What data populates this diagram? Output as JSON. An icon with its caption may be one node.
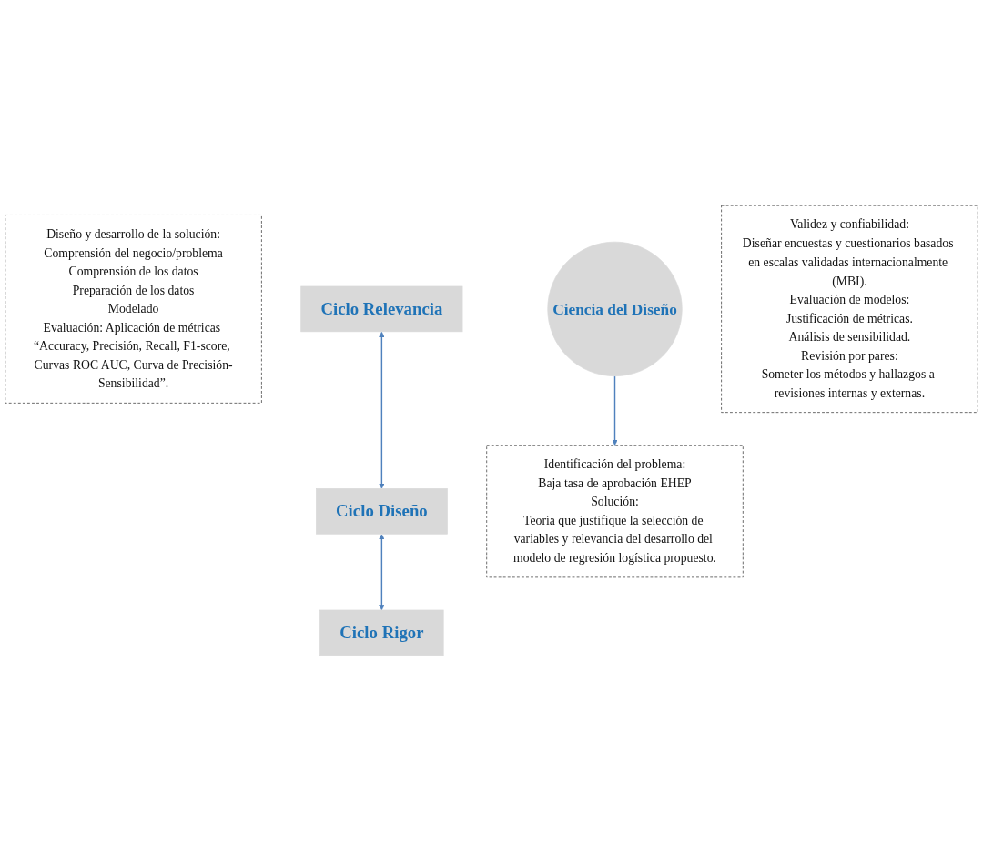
{
  "diagram": {
    "nodes": [
      {
        "text": [
          "Diseño y desarrollo de la solución:",
          "Comprensión del negocio/problema",
          "Comprensión de los datos",
          "Preparación de los datos",
          "Modelado",
          "Evaluación: Aplicación de métricas “Accuracy, Precisión, Recall, F1-score, Curvas ROC AUC, Curva de Precisión-Sensibilidad”."
        ]
      },
      {
        "text": [
          "Ciclo Diseño"
        ]
      },
      {
        "text": [
          "Ciclo Relevancia"
        ]
      },
      {
        "text": [
          "Ciclo Rigor"
        ]
      },
      {
        "text": [
          "Ciencia del Diseño"
        ]
      },
      {
        "text": [
          "Identificación del problema:",
          "Baja tasa de aprobación EHEP",
          "Solución:",
          "Teoría que justifique la selección de variables y relevancia del desarrollo del modelo de regresión logística propuesto."
        ]
      },
      {
        "text": [
          "Validez y confiabilidad:",
          "Diseñar encuestas y cuestionarios basados en escalas validadas internacionalmente (MBI).",
          "Evaluación de modelos:",
          "Justificación de métricas.",
          "Análisis de sensibilidad.",
          "Revisión por pares:",
          "Someter los métodos y hallazgos a revisiones internas y externas."
        ]
      }
    ],
    "edges": [
      {
        "from": 2,
        "to": 1,
        "arrow": "both"
      },
      {
        "from": 1,
        "to": 3,
        "arrow": "both"
      },
      {
        "from": 4,
        "to": 5,
        "arrow": "to"
      }
    ]
  }
}
